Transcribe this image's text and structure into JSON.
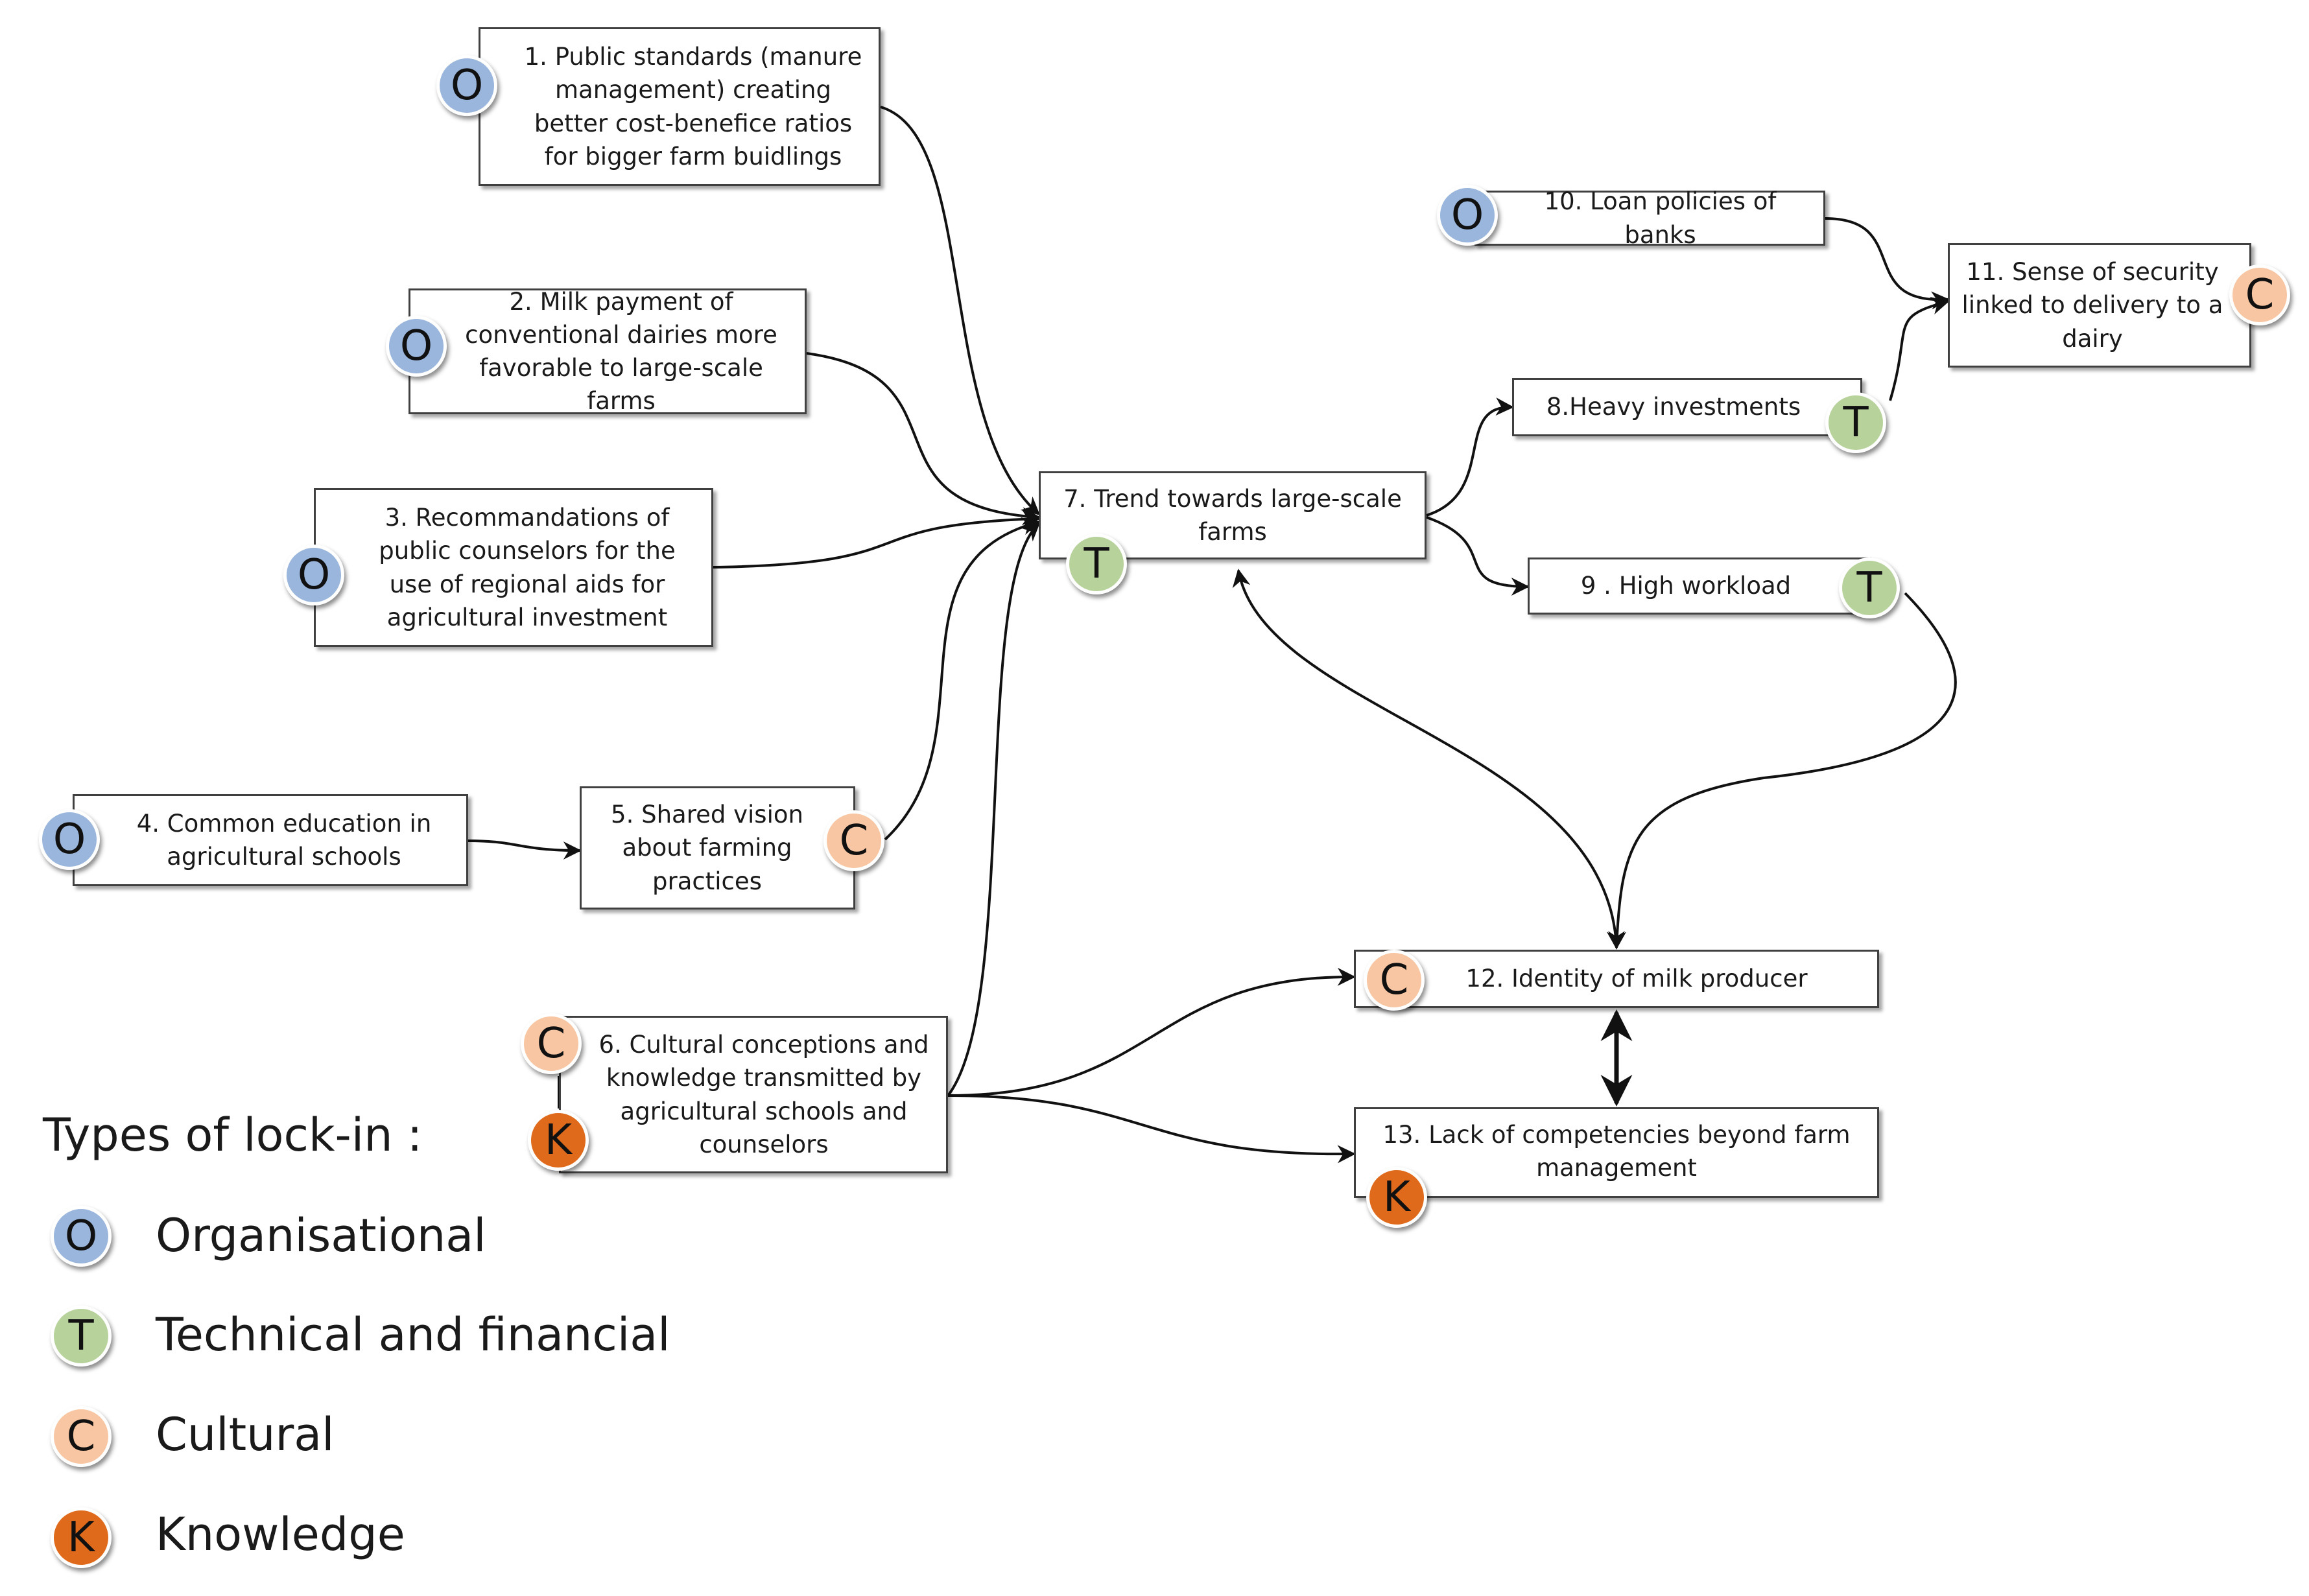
{
  "colors": {
    "O": "#9ab6dd",
    "T": "#b8d29c",
    "C": "#f8c6a2",
    "K": "#e06a1c",
    "arrow": "#111111"
  },
  "nodes": {
    "n1": "1. Public standards (manure management) creating better cost-benefice ratios for bigger farm buidlings",
    "n2": "2. Milk payment of conventional dairies more favorable to large-scale farms",
    "n3": "3. Recommandations of public counselors for the use of regional aids for agricultural investment",
    "n4": "4. Common education in agricultural schools",
    "n5": "5. Shared vision about farming practices",
    "n6": "6. Cultural conceptions and knowledge  transmitted by agricultural schools and counselors",
    "n7": "7. Trend towards large-scale farms",
    "n8": "8.Heavy investments",
    "n9": "9 . High workload",
    "n10": "10. Loan policies of banks",
    "n11": "11. Sense of security linked to delivery to a dairy",
    "n12": "12. Identity of milk producer",
    "n13": "13. Lack of competencies beyond farm management"
  },
  "badges": {
    "O": "O",
    "T": "T",
    "C": "C",
    "K": "K"
  },
  "legend": {
    "title": "Types of lock-in :",
    "items": [
      {
        "letter": "O",
        "label": "Organisational"
      },
      {
        "letter": "T",
        "label": "Technical and financial"
      },
      {
        "letter": "C",
        "label": "Cultural"
      },
      {
        "letter": "K",
        "label": "Knowledge"
      }
    ]
  }
}
